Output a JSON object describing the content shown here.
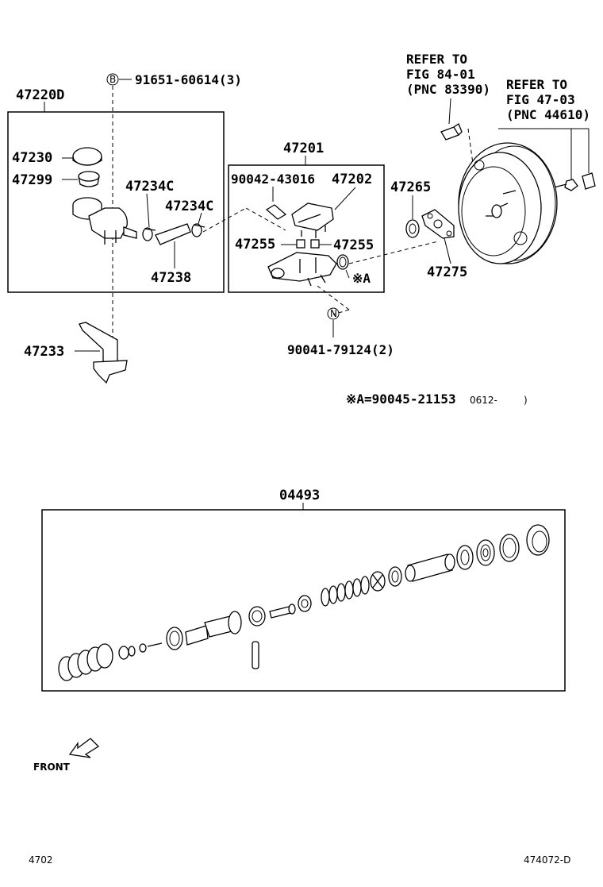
{
  "labels": {
    "bolt_ref": "91651-60614(3)",
    "bolt_ref_badge": "B",
    "p47220D": "47220D",
    "p47230": "47230",
    "p47299": "47299",
    "p47234C_a": "47234C",
    "p47234C_b": "47234C",
    "p47238": "47238",
    "p47233": "47233",
    "p47201": "47201",
    "p90042": "90042-43016",
    "p47202": "47202",
    "p47255_a": "47255",
    "p47255_b": "47255",
    "mark_a": "※A",
    "p47265": "47265",
    "p47275": "47275",
    "nut_ref": "90041-79124(2)",
    "nut_ref_badge": "N",
    "footnote": "※A=90045-21153",
    "footnote_date": "0612-",
    "footnote_close": ")",
    "p04493": "04493",
    "front": "FRONT",
    "page_left": "4702",
    "page_right": "474072-D"
  },
  "refer1": {
    "line1": "REFER TO",
    "line2": "FIG 84-01",
    "line3": "(PNC 83390)"
  },
  "refer2": {
    "line1": "REFER TO",
    "line2": "FIG 47-03",
    "line3": "(PNC 44610)"
  }
}
